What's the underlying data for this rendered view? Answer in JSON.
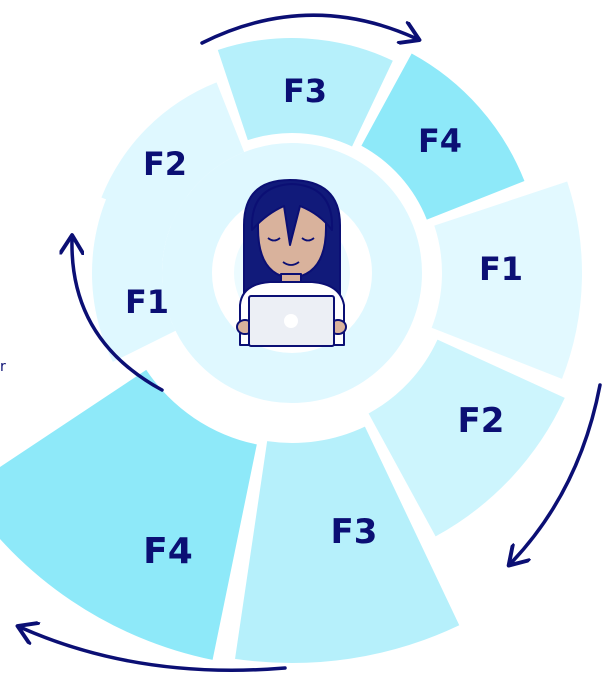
{
  "spiral": {
    "segments": [
      {
        "label": "F1",
        "color": "#dff8ff"
      },
      {
        "label": "F2",
        "color": "#dff8ff"
      },
      {
        "label": "F3",
        "color": "#b6f0fb"
      },
      {
        "label": "F4",
        "color": "#8ee9f9"
      },
      {
        "label": "F1",
        "color": "#e2f9ff"
      },
      {
        "label": "F2",
        "color": "#cdf5fd"
      },
      {
        "label": "F3",
        "color": "#b6f0fb"
      },
      {
        "label": "F4",
        "color": "#8ee9f9"
      }
    ],
    "inner_ring_color": "#dff8ff",
    "arrow_color": "#0b0f74",
    "text_color": "#0b0f74"
  },
  "side_text": "r",
  "figure": {
    "hair_color": "#111a7a",
    "skin_color": "#d9b29c",
    "shirt_color": "#ffffff",
    "laptop_color": "#eceff5"
  }
}
